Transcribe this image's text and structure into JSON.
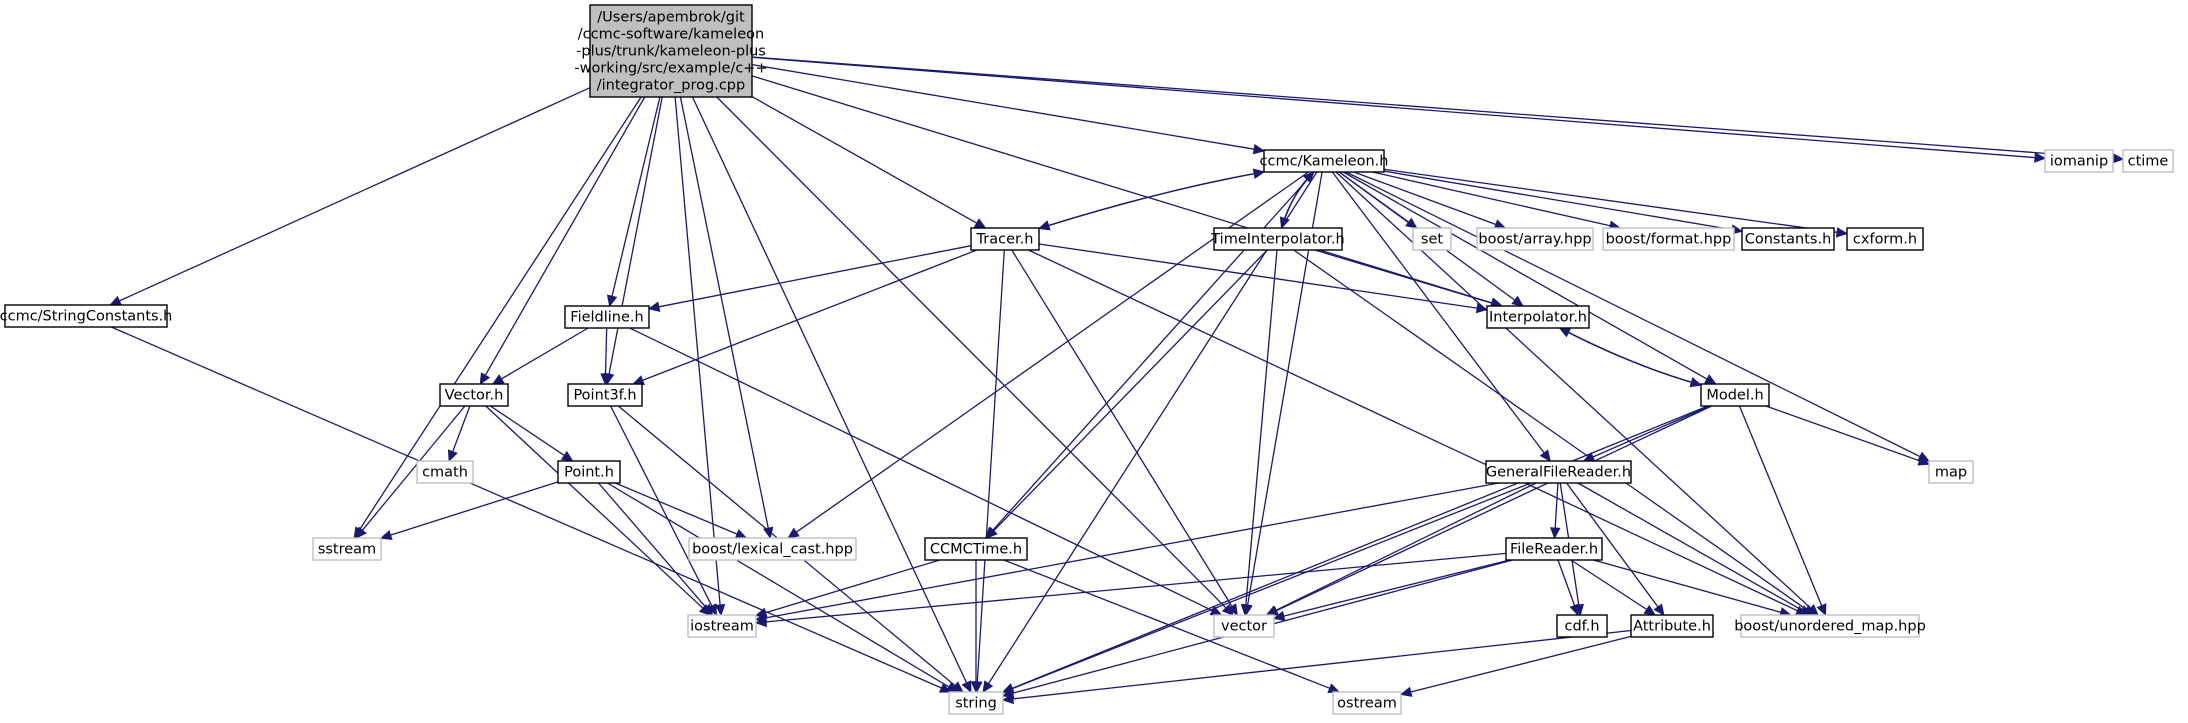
{
  "colors": {
    "edge": "#191970",
    "root_fill": "#bfbfbf",
    "root_stroke": "#000000",
    "node_fill": "#ffffff",
    "node_stroke": "#000000",
    "ext_stroke": "#bfbfbf"
  },
  "nodes": [
    {
      "id": "root",
      "kind": "root",
      "lines": [
        "/Users/apembrok/git",
        "/ccmc-software/kameleon",
        "-plus/trunk/kameleon-plus",
        "-working/src/example/c++",
        "/integrator_prog.cpp"
      ]
    },
    {
      "id": "kameleon",
      "kind": "doc",
      "lines": [
        "ccmc/Kameleon.h"
      ]
    },
    {
      "id": "iomanip",
      "kind": "ext",
      "lines": [
        "iomanip"
      ]
    },
    {
      "id": "ctime",
      "kind": "ext",
      "lines": [
        "ctime"
      ]
    },
    {
      "id": "stringconstants",
      "kind": "doc",
      "lines": [
        "ccmc/StringConstants.h"
      ]
    },
    {
      "id": "tracer",
      "kind": "doc",
      "lines": [
        "Tracer.h"
      ]
    },
    {
      "id": "timeinterp",
      "kind": "doc",
      "lines": [
        "TimeInterpolator.h"
      ]
    },
    {
      "id": "set",
      "kind": "ext",
      "lines": [
        "set"
      ]
    },
    {
      "id": "boostarray",
      "kind": "ext",
      "lines": [
        "boost/array.hpp"
      ]
    },
    {
      "id": "boostformat",
      "kind": "ext",
      "lines": [
        "boost/format.hpp"
      ]
    },
    {
      "id": "constants",
      "kind": "doc",
      "lines": [
        "Constants.h"
      ]
    },
    {
      "id": "cxform",
      "kind": "doc",
      "lines": [
        "cxform.h"
      ]
    },
    {
      "id": "fieldline",
      "kind": "doc",
      "lines": [
        "Fieldline.h"
      ]
    },
    {
      "id": "interpolator",
      "kind": "doc",
      "lines": [
        "Interpolator.h"
      ]
    },
    {
      "id": "vectorh",
      "kind": "doc",
      "lines": [
        "Vector.h"
      ]
    },
    {
      "id": "point3f",
      "kind": "doc",
      "lines": [
        "Point3f.h"
      ]
    },
    {
      "id": "modelh",
      "kind": "doc",
      "lines": [
        "Model.h"
      ]
    },
    {
      "id": "cmath",
      "kind": "ext",
      "lines": [
        "cmath"
      ]
    },
    {
      "id": "pointh",
      "kind": "doc",
      "lines": [
        "Point.h"
      ]
    },
    {
      "id": "generalfr",
      "kind": "doc",
      "lines": [
        "GeneralFileReader.h"
      ]
    },
    {
      "id": "map",
      "kind": "ext",
      "lines": [
        "map"
      ]
    },
    {
      "id": "sstream",
      "kind": "ext",
      "lines": [
        "sstream"
      ]
    },
    {
      "id": "lexical",
      "kind": "ext",
      "lines": [
        "boost/lexical_cast.hpp"
      ]
    },
    {
      "id": "ccmctime",
      "kind": "doc",
      "lines": [
        "CCMCTime.h"
      ]
    },
    {
      "id": "filereader",
      "kind": "doc",
      "lines": [
        "FileReader.h"
      ]
    },
    {
      "id": "iostream",
      "kind": "ext",
      "lines": [
        "iostream"
      ]
    },
    {
      "id": "vector",
      "kind": "ext",
      "lines": [
        "vector"
      ]
    },
    {
      "id": "cdf",
      "kind": "doc",
      "lines": [
        "cdf.h"
      ]
    },
    {
      "id": "attribute",
      "kind": "doc",
      "lines": [
        "Attribute.h"
      ]
    },
    {
      "id": "unorderedmap",
      "kind": "ext",
      "lines": [
        "boost/unordered_map.hpp"
      ]
    },
    {
      "id": "string",
      "kind": "ext",
      "lines": [
        "string"
      ]
    },
    {
      "id": "ostream",
      "kind": "ext",
      "lines": [
        "ostream"
      ]
    }
  ],
  "edges": [
    [
      "root",
      "kameleon"
    ],
    [
      "root",
      "iomanip"
    ],
    [
      "root",
      "ctime"
    ],
    [
      "root",
      "stringconstants"
    ],
    [
      "root",
      "tracer"
    ],
    [
      "root",
      "fieldline"
    ],
    [
      "root",
      "interpolator"
    ],
    [
      "root",
      "vectorh"
    ],
    [
      "root",
      "point3f"
    ],
    [
      "root",
      "sstream"
    ],
    [
      "root",
      "lexical"
    ],
    [
      "root",
      "iostream"
    ],
    [
      "root",
      "vector"
    ],
    [
      "root",
      "string"
    ],
    [
      "kameleon",
      "tracer"
    ],
    [
      "kameleon",
      "timeinterp"
    ],
    [
      "kameleon",
      "set"
    ],
    [
      "kameleon",
      "boostarray"
    ],
    [
      "kameleon",
      "boostformat"
    ],
    [
      "kameleon",
      "constants"
    ],
    [
      "kameleon",
      "cxform"
    ],
    [
      "kameleon",
      "interpolator"
    ],
    [
      "kameleon",
      "modelh"
    ],
    [
      "kameleon",
      "generalfr"
    ],
    [
      "kameleon",
      "map"
    ],
    [
      "kameleon",
      "lexical"
    ],
    [
      "kameleon",
      "ccmctime"
    ],
    [
      "kameleon",
      "vector"
    ],
    [
      "kameleon",
      "unorderedmap"
    ],
    [
      "kameleon",
      "string"
    ],
    [
      "tracer",
      "kameleon"
    ],
    [
      "timeinterp",
      "kameleon"
    ],
    [
      "tracer",
      "fieldline"
    ],
    [
      "tracer",
      "interpolator"
    ],
    [
      "tracer",
      "point3f"
    ],
    [
      "tracer",
      "vector"
    ],
    [
      "tracer",
      "string"
    ],
    [
      "tracer",
      "unorderedmap"
    ],
    [
      "timeinterp",
      "interpolator"
    ],
    [
      "timeinterp",
      "ccmctime"
    ],
    [
      "timeinterp",
      "vector"
    ],
    [
      "timeinterp",
      "unorderedmap"
    ],
    [
      "fieldline",
      "vectorh"
    ],
    [
      "fieldline",
      "point3f"
    ],
    [
      "fieldline",
      "vector"
    ],
    [
      "interpolator",
      "modelh"
    ],
    [
      "modelh",
      "interpolator"
    ],
    [
      "vectorh",
      "cmath"
    ],
    [
      "vectorh",
      "pointh"
    ],
    [
      "vectorh",
      "sstream"
    ],
    [
      "vectorh",
      "iostream"
    ],
    [
      "point3f",
      "iostream"
    ],
    [
      "point3f",
      "string"
    ],
    [
      "pointh",
      "sstream"
    ],
    [
      "pointh",
      "lexical"
    ],
    [
      "pointh",
      "iostream"
    ],
    [
      "pointh",
      "string"
    ],
    [
      "modelh",
      "generalfr"
    ],
    [
      "modelh",
      "map"
    ],
    [
      "modelh",
      "vector"
    ],
    [
      "modelh",
      "unorderedmap"
    ],
    [
      "modelh",
      "string"
    ],
    [
      "stringconstants",
      "string"
    ],
    [
      "generalfr",
      "filereader"
    ],
    [
      "generalfr",
      "iostream"
    ],
    [
      "generalfr",
      "vector"
    ],
    [
      "generalfr",
      "cdf"
    ],
    [
      "generalfr",
      "attribute"
    ],
    [
      "generalfr",
      "unorderedmap"
    ],
    [
      "generalfr",
      "string"
    ],
    [
      "ccmctime",
      "iostream"
    ],
    [
      "ccmctime",
      "string"
    ],
    [
      "ccmctime",
      "ostream"
    ],
    [
      "filereader",
      "iostream"
    ],
    [
      "filereader",
      "vector"
    ],
    [
      "filereader",
      "cdf"
    ],
    [
      "filereader",
      "attribute"
    ],
    [
      "filereader",
      "unorderedmap"
    ],
    [
      "filereader",
      "string"
    ],
    [
      "attribute",
      "string"
    ],
    [
      "attribute",
      "ostream"
    ]
  ]
}
